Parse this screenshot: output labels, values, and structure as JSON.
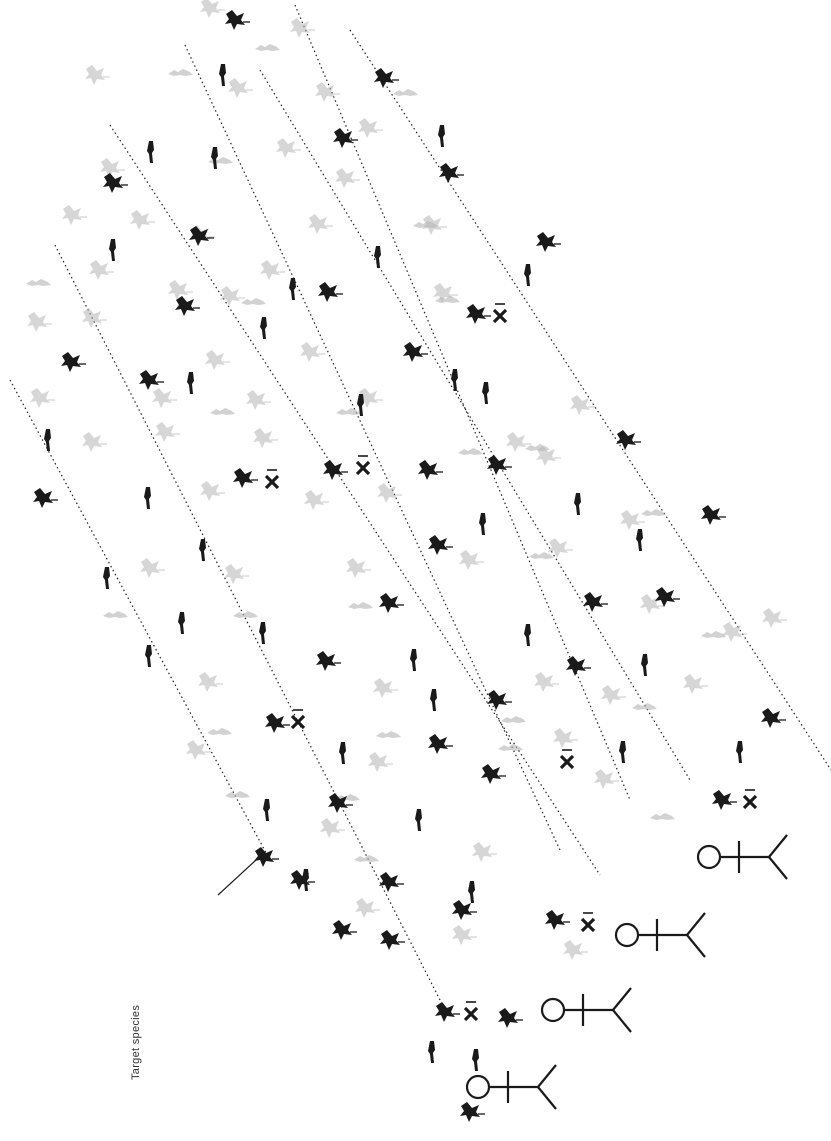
{
  "diagram": {
    "type": "survey transect diagram",
    "annotation_label": "Target species",
    "colors": {
      "ink": "#1a1a1a",
      "faint": "#b4b4b4",
      "line": "#222222",
      "background": "#ffffff"
    },
    "icon_kinds": [
      "bird-icon",
      "faint-bird-icon",
      "tree-icon",
      "faint-shrub-icon",
      "x-mark-icon",
      "observer-figure-icon"
    ],
    "transect_count": 7,
    "observer_count": 4
  }
}
